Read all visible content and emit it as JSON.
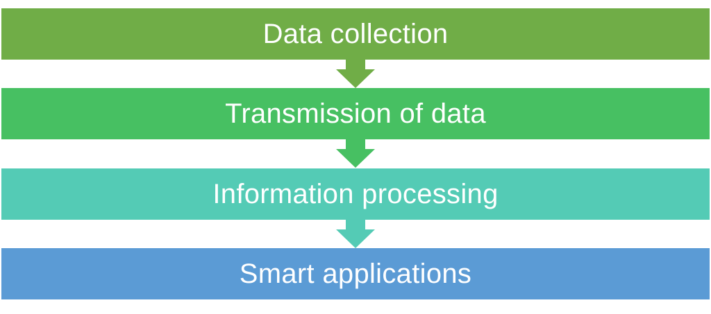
{
  "stages": [
    {
      "label": "Data collection",
      "color": "#70ad47"
    },
    {
      "label": "Transmission of data",
      "color": "#47c062"
    },
    {
      "label": "Information processing",
      "color": "#54cbb5"
    },
    {
      "label": "Smart applications",
      "color": "#5b9bd5"
    }
  ],
  "arrows": [
    {
      "color": "#70ad47"
    },
    {
      "color": "#47c062"
    },
    {
      "color": "#54cbb5"
    }
  ]
}
